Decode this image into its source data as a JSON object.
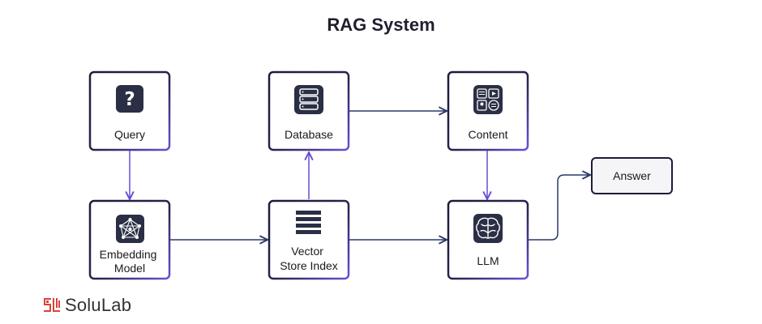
{
  "title": "RAG System",
  "nodes": {
    "query": {
      "label": "Query",
      "icon": "question-icon"
    },
    "database": {
      "label": "Database",
      "icon": "database-icon"
    },
    "content": {
      "label": "Content",
      "icon": "content-icon"
    },
    "embedding": {
      "label_lines": [
        "Embedding",
        "Model"
      ],
      "icon": "network-icon"
    },
    "vector": {
      "label_lines": [
        "Vector",
        "Store Index"
      ],
      "icon": "stack-icon"
    },
    "llm": {
      "label": "LLM",
      "icon": "brain-icon"
    },
    "answer": {
      "label": "Answer"
    }
  },
  "colors": {
    "border_dark": "#1e1b3a",
    "border_accent": "#6b4fd8",
    "arrow_purple": "#6a4ad6",
    "arrow_navy": "#2c3a66",
    "icon_bg": "#2a2f45",
    "logo_red": "#d9443a"
  },
  "brand": {
    "name": "SoluLab"
  }
}
